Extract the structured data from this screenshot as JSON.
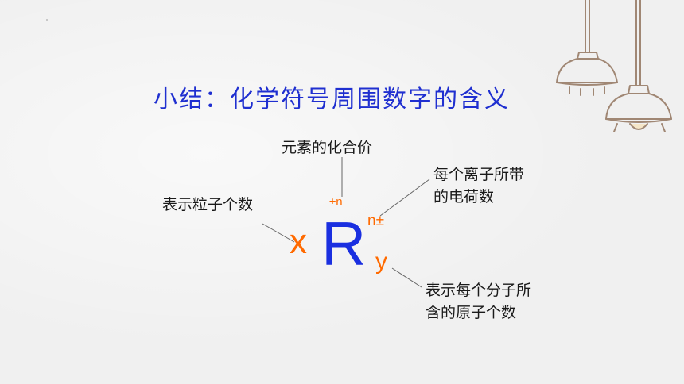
{
  "slide": {
    "title": "小结：化学符号周围数字的含义",
    "symbol": {
      "element": "R",
      "coefficient": "x",
      "subscript": "y",
      "valence_top": "±n",
      "charge_right": "n±"
    },
    "labels": {
      "valence": "元素的化合价",
      "charge_line1": "每个离子所带",
      "charge_line2": "的电荷数",
      "particles": "表示粒子个数",
      "atoms_line1": "表示每个分子所",
      "atoms_line2": "含的原子个数"
    }
  },
  "colors": {
    "title": "#1f2fd0",
    "element": "#1a2fe0",
    "accent": "#ff6a00",
    "lamp_stroke": "#a08774"
  },
  "icons": [
    "hanging-lamp-icon",
    "hanging-lamp-icon"
  ]
}
